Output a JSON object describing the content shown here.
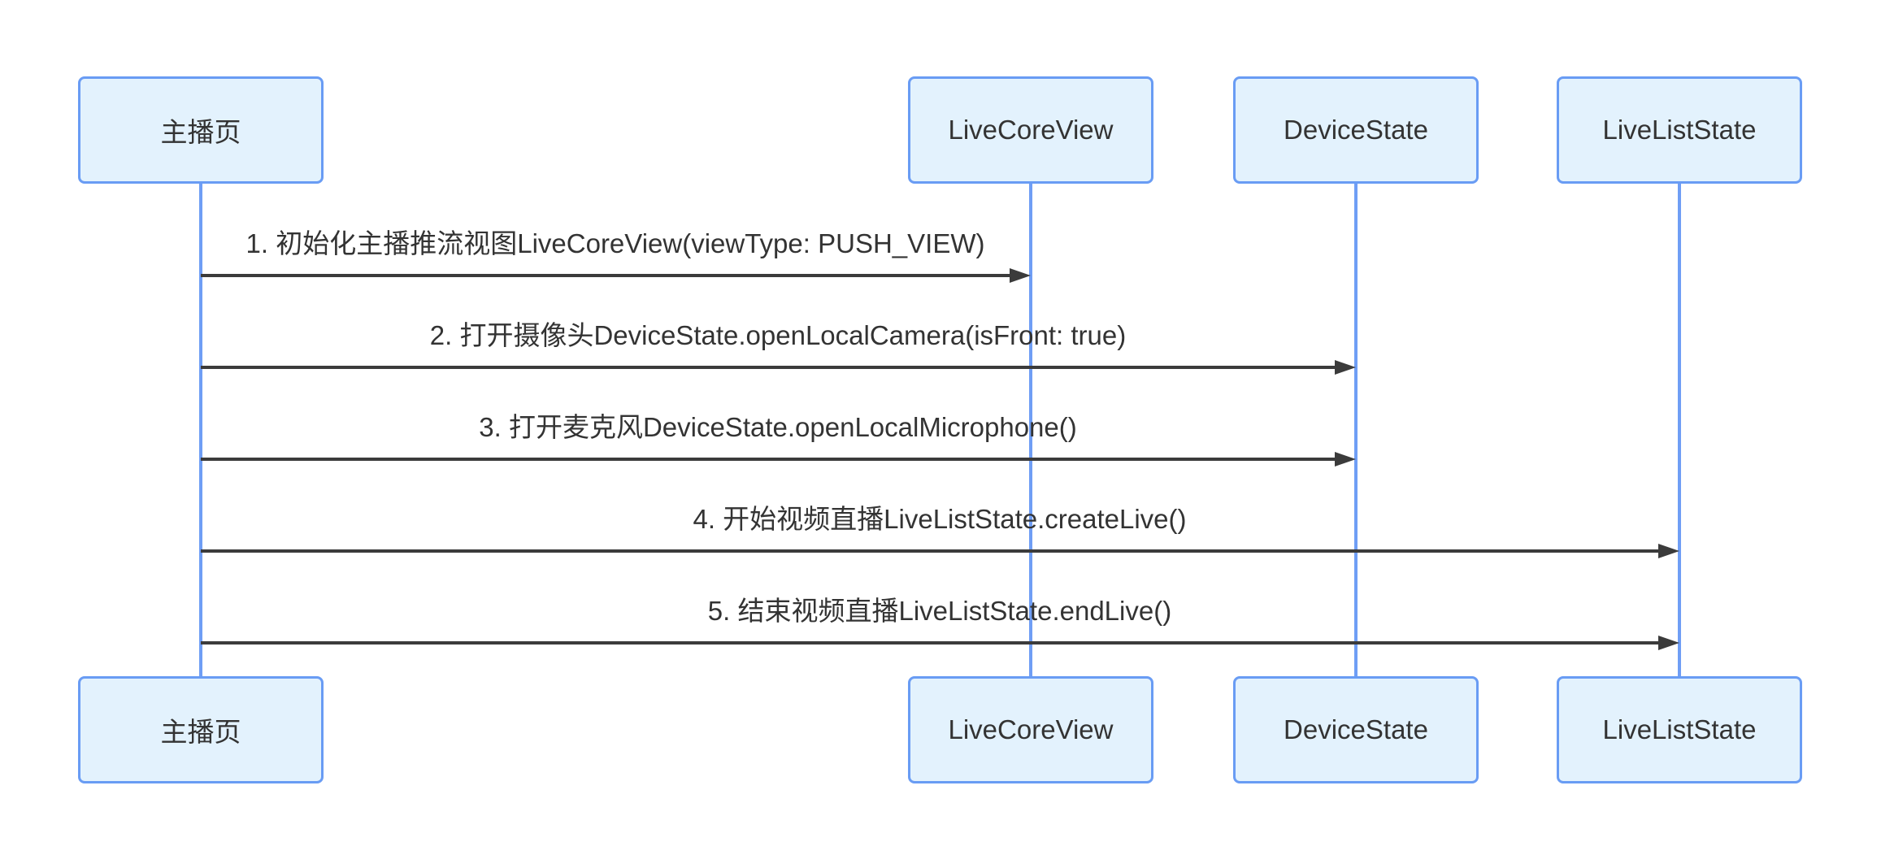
{
  "diagram": {
    "type": "sequence-diagram",
    "actors": [
      {
        "id": "anchor-page",
        "label": "主播页"
      },
      {
        "id": "live-core-view",
        "label": "LiveCoreView"
      },
      {
        "id": "device-state",
        "label": "DeviceState"
      },
      {
        "id": "live-list-state",
        "label": "LiveListState"
      }
    ],
    "messages": [
      {
        "seq": 1,
        "from": "主播页",
        "to": "LiveCoreView",
        "arrow": "solid",
        "text": "1. 初始化主播推流视图LiveCoreView(viewType: PUSH_VIEW)"
      },
      {
        "seq": 2,
        "from": "主播页",
        "to": "DeviceState",
        "arrow": "solid",
        "text": "2. 打开摄像头DeviceState.openLocalCamera(isFront: true)"
      },
      {
        "seq": 3,
        "from": "主播页",
        "to": "DeviceState",
        "arrow": "solid",
        "text": "3. 打开麦克风DeviceState.openLocalMicrophone()"
      },
      {
        "seq": 4,
        "from": "主播页",
        "to": "LiveListState",
        "arrow": "solid",
        "text": "4. 开始视频直播LiveListState.createLive()"
      },
      {
        "seq": 5,
        "from": "主播页",
        "to": "LiveListState",
        "arrow": "solid",
        "text": "5. 结束视频直播LiveListState.endLive()"
      }
    ],
    "colors": {
      "background": "#ffffff",
      "actor_fill": "#e3f2fd",
      "actor_border": "#699cf4",
      "lifeline": "#6f9ef5",
      "arrow": "#3b3b3b",
      "text": "#333333"
    }
  }
}
